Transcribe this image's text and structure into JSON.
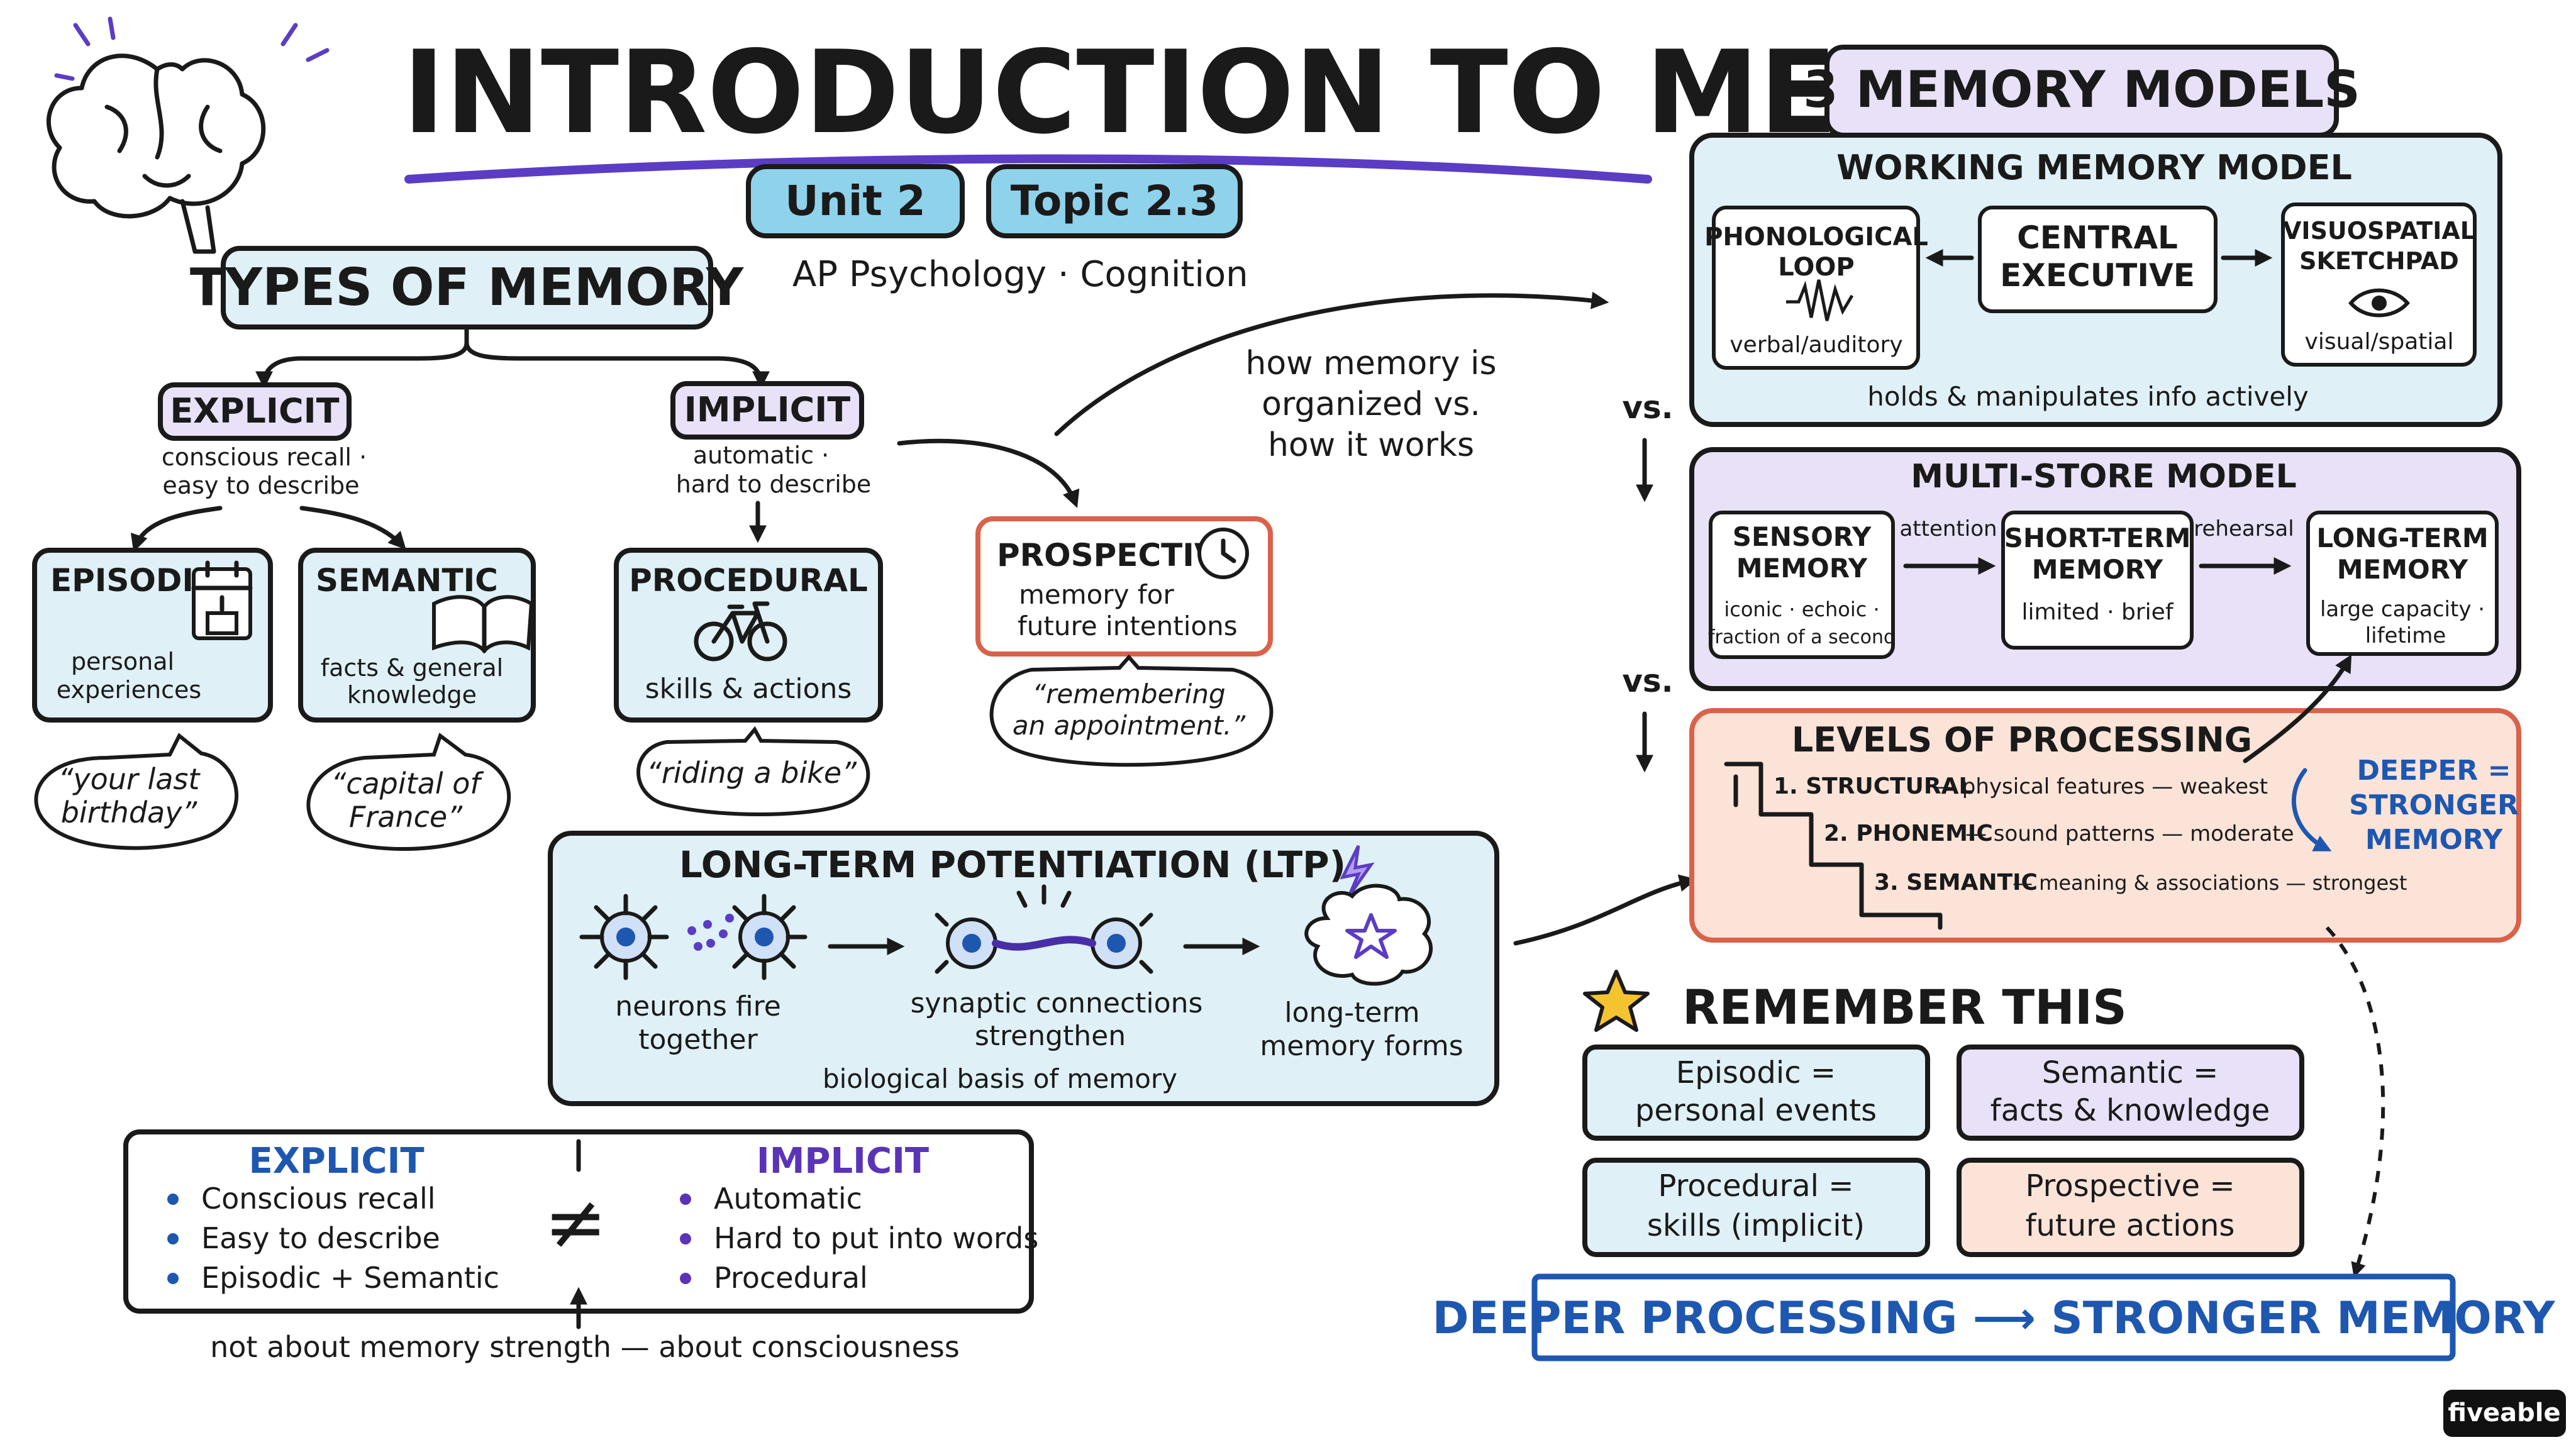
{
  "colors": {
    "blue_fill": "#dff0f6",
    "purple_fill": "#e8e1f7",
    "salmon_fill": "#fbe3d8",
    "salmon_border": "#d9624a",
    "blue_text": "#1e57b0",
    "purple_text": "#5a34b8",
    "title_underline": "#5b3cc4"
  },
  "header": {
    "title": "INTRODUCTION TO MEMORY",
    "unit_badge": "Unit 2",
    "topic_badge": "Topic 2.3",
    "subtitle": "AP Psychology · Cognition",
    "icon": "brain-icon"
  },
  "types": {
    "title": "TYPES OF MEMORY",
    "explicit": {
      "label": "EXPLICIT",
      "desc1": "conscious recall ·",
      "desc2": "easy to describe"
    },
    "implicit": {
      "label": "IMPLICIT",
      "desc1": "automatic ·",
      "desc2": "hard to describe"
    },
    "episodic": {
      "title": "EPISODIC",
      "desc1": "personal",
      "desc2": "experiences",
      "example1": "“your last",
      "example2": "birthday”",
      "icon": "calendar-cake-icon"
    },
    "semantic": {
      "title": "SEMANTIC",
      "desc1": "facts & general",
      "desc2": "knowledge",
      "example1": "“capital of",
      "example2": "France”",
      "icon": "open-book-icon"
    },
    "procedural": {
      "title": "PROCEDURAL",
      "desc": "skills & actions",
      "example": "“riding a bike”",
      "icon": "bicycle-icon"
    },
    "prospective": {
      "title": "PROSPECTIVE",
      "desc1": "memory for",
      "desc2": "future intentions",
      "example1": "“remembering",
      "example2": "an appointment.”",
      "icon": "clock-icon"
    }
  },
  "note": {
    "line1": "how memory is",
    "line2": "organized vs.",
    "line3": "how it works"
  },
  "ltp": {
    "title": "LONG-TERM POTENTIATION (LTP)",
    "step1a": "neurons fire",
    "step1b": "together",
    "step2a": "synaptic connections",
    "step2b": "strengthen",
    "step3a": "long-term",
    "step3b": "memory forms",
    "footer": "biological basis of memory",
    "icon": "lightning-icon"
  },
  "compare": {
    "explicit_title": "EXPLICIT",
    "explicit_items": [
      "Conscious recall",
      "Easy to describe",
      "Episodic + Semantic"
    ],
    "implicit_title": "IMPLICIT",
    "implicit_items": [
      "Automatic",
      "Hard to put into words",
      "Procedural"
    ],
    "symbol": "≠",
    "footnote": "not about memory strength — about consciousness"
  },
  "models": {
    "title": "3 MEMORY MODELS",
    "vs": "vs.",
    "working": {
      "title": "WORKING MEMORY MODEL",
      "phono1": "PHONOLOGICAL",
      "phono2": "LOOP",
      "phono_sub": "verbal/auditory",
      "central1": "CENTRAL",
      "central2": "EXECUTIVE",
      "visuo1": "VISUOSPATIAL",
      "visuo2": "SKETCHPAD",
      "visuo_sub": "visual/spatial",
      "caption": "holds & manipulates info actively"
    },
    "multistore": {
      "title": "MULTI-STORE MODEL",
      "sensory1": "SENSORY",
      "sensory2": "MEMORY",
      "sensory_sub1": "iconic · echoic ·",
      "sensory_sub2": "fraction of a second",
      "attention": "attention",
      "short1": "SHORT-TERM",
      "short2": "MEMORY",
      "short_sub": "limited · brief",
      "rehearsal": "rehearsal",
      "long1": "LONG-TERM",
      "long2": "MEMORY",
      "long_sub1": "large capacity ·",
      "long_sub2": "lifetime"
    },
    "levels": {
      "title": "LEVELS OF PROCESSING",
      "l1_label": "1. STRUCTURAL",
      "l1_desc": "— physical features — weakest",
      "l2_label": "2. PHONEMIC",
      "l2_desc": "— sound patterns — moderate",
      "l3_label": "3. SEMANTIC",
      "l3_desc": "— meaning & associations — strongest",
      "deeper1": "DEEPER =",
      "deeper2": "STRONGER",
      "deeper3": "MEMORY"
    }
  },
  "remember": {
    "title": "REMEMBER THIS",
    "cards": [
      {
        "line1": "Episodic =",
        "line2": "personal events"
      },
      {
        "line1": "Semantic =",
        "line2": "facts & knowledge"
      },
      {
        "line1": "Procedural =",
        "line2": "skills (implicit)"
      },
      {
        "line1": "Prospective =",
        "line2": "future actions"
      }
    ],
    "bottom": "DEEPER PROCESSING ⟶ STRONGER MEMORY",
    "icon": "star-icon"
  },
  "brand": "fiveable"
}
